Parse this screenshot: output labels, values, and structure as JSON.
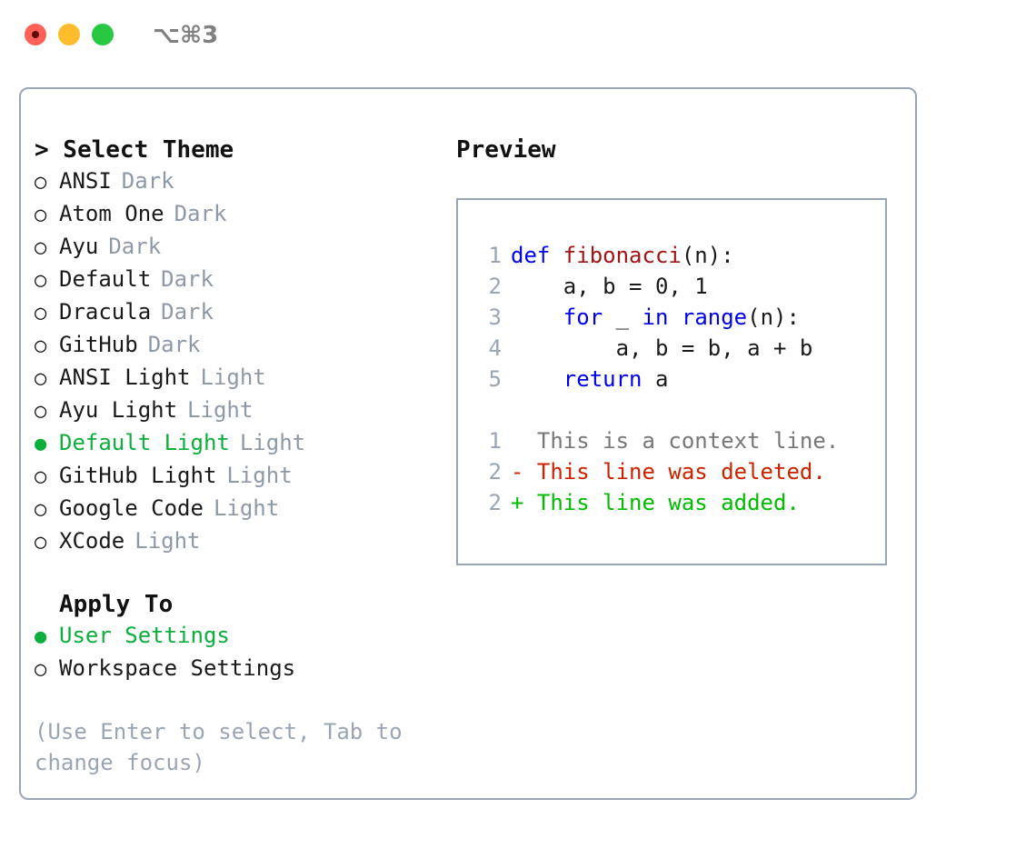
{
  "window": {
    "shortcut": "⌥⌘3",
    "traffic_lights": [
      {
        "name": "close",
        "color": "#ff6057"
      },
      {
        "name": "minimize",
        "color": "#ffbd2e"
      },
      {
        "name": "maximize",
        "color": "#28c840"
      }
    ]
  },
  "theme_section": {
    "header": "> Select Theme",
    "items": [
      {
        "marker": "○",
        "name": "ANSI",
        "tag": "Dark",
        "selected": false
      },
      {
        "marker": "○",
        "name": "Atom One",
        "tag": "Dark",
        "selected": false
      },
      {
        "marker": "○",
        "name": "Ayu",
        "tag": "Dark",
        "selected": false
      },
      {
        "marker": "○",
        "name": "Default",
        "tag": "Dark",
        "selected": false
      },
      {
        "marker": "○",
        "name": "Dracula",
        "tag": "Dark",
        "selected": false
      },
      {
        "marker": "○",
        "name": "GitHub",
        "tag": "Dark",
        "selected": false
      },
      {
        "marker": "○",
        "name": "ANSI Light",
        "tag": "Light",
        "selected": false
      },
      {
        "marker": "○",
        "name": "Ayu Light",
        "tag": "Light",
        "selected": false
      },
      {
        "marker": "●",
        "name": "Default Light",
        "tag": "Light",
        "selected": true
      },
      {
        "marker": "○",
        "name": "GitHub Light",
        "tag": "Light",
        "selected": false
      },
      {
        "marker": "○",
        "name": "Google Code",
        "tag": "Light",
        "selected": false
      },
      {
        "marker": "○",
        "name": "XCode",
        "tag": "Light",
        "selected": false
      }
    ]
  },
  "apply_section": {
    "header": "Apply To",
    "items": [
      {
        "marker": "●",
        "name": "User Settings",
        "selected": true
      },
      {
        "marker": "○",
        "name": "Workspace Settings",
        "selected": false
      }
    ]
  },
  "hint": "(Use Enter to select, Tab to change focus)",
  "preview": {
    "title": "Preview",
    "code_lines": [
      {
        "lineno": "1",
        "tokens": [
          {
            "text": "def ",
            "type": "kw"
          },
          {
            "text": "fibonacci",
            "type": "fn"
          },
          {
            "text": "(n):",
            "type": "plain"
          }
        ]
      },
      {
        "lineno": "2",
        "tokens": [
          {
            "text": "    a, b = 0, 1",
            "type": "plain"
          }
        ]
      },
      {
        "lineno": "3",
        "tokens": [
          {
            "text": "    ",
            "type": "plain"
          },
          {
            "text": "for",
            "type": "kw"
          },
          {
            "text": " _ ",
            "type": "plain"
          },
          {
            "text": "in",
            "type": "kw"
          },
          {
            "text": " ",
            "type": "plain"
          },
          {
            "text": "range",
            "type": "kw"
          },
          {
            "text": "(n):",
            "type": "plain"
          }
        ]
      },
      {
        "lineno": "4",
        "tokens": [
          {
            "text": "        a, b = b, a + b",
            "type": "plain"
          }
        ]
      },
      {
        "lineno": "5",
        "tokens": [
          {
            "text": "    ",
            "type": "plain"
          },
          {
            "text": "return",
            "type": "kw"
          },
          {
            "text": " a",
            "type": "plain"
          }
        ]
      }
    ],
    "diff_lines": [
      {
        "lineno": "1",
        "sign": " ",
        "text": " This is a context line.",
        "type": "ctx"
      },
      {
        "lineno": "2",
        "sign": "-",
        "text": " This line was deleted.",
        "type": "del"
      },
      {
        "lineno": "2",
        "sign": "+",
        "text": " This line was added.",
        "type": "add"
      }
    ]
  },
  "colors": {
    "accent_green": "#0cae3c",
    "muted": "#8e99a8",
    "border": "#9aa5b4",
    "keyword_blue": "#0000ee",
    "function_red": "#a31515",
    "diff_delete": "#cc2200",
    "diff_add": "#00bb00"
  }
}
